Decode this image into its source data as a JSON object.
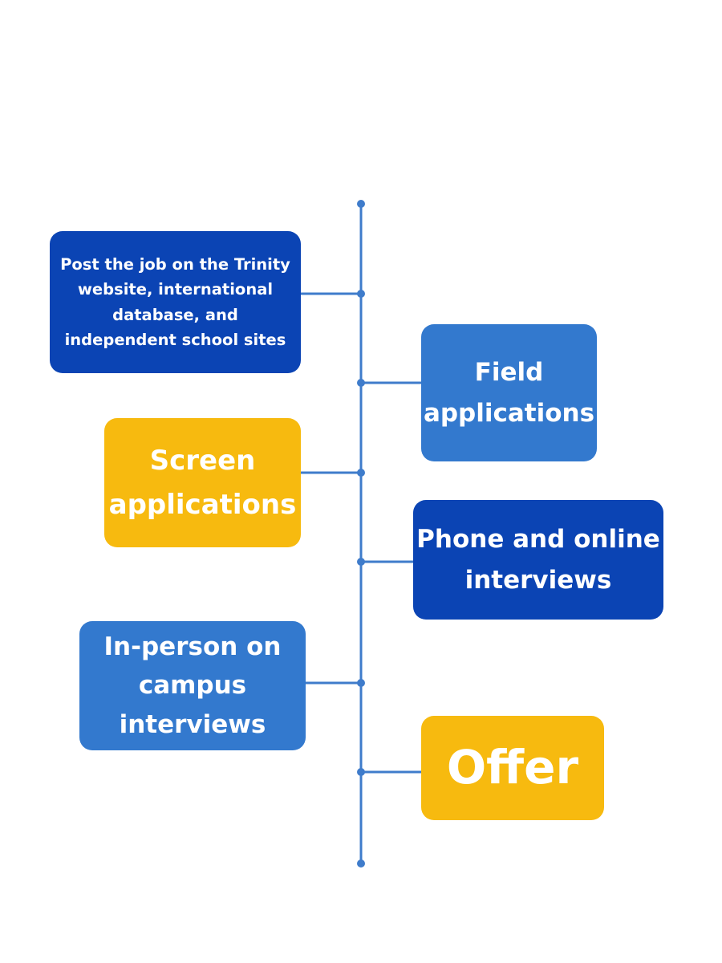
{
  "diagram": {
    "colors": {
      "line": "#3f7ccb",
      "dark_blue": "#0b44b4",
      "mid_blue": "#3379ce",
      "yellow": "#f7ba0f",
      "text": "#ffffff"
    },
    "steps": [
      {
        "label": "Post the job on the Trinity\nwebsite, international\ndatabase, and\nindependent school sites",
        "side": "left",
        "color": "dark_blue"
      },
      {
        "label": "Field\napplications",
        "side": "right",
        "color": "mid_blue"
      },
      {
        "label": "Screen\napplications",
        "side": "left",
        "color": "yellow"
      },
      {
        "label": "Phone and online\ninterviews",
        "side": "right",
        "color": "dark_blue"
      },
      {
        "label": "In-person on\ncampus\ninterviews",
        "side": "left",
        "color": "mid_blue"
      },
      {
        "label": "Offer",
        "side": "right",
        "color": "yellow"
      }
    ]
  }
}
